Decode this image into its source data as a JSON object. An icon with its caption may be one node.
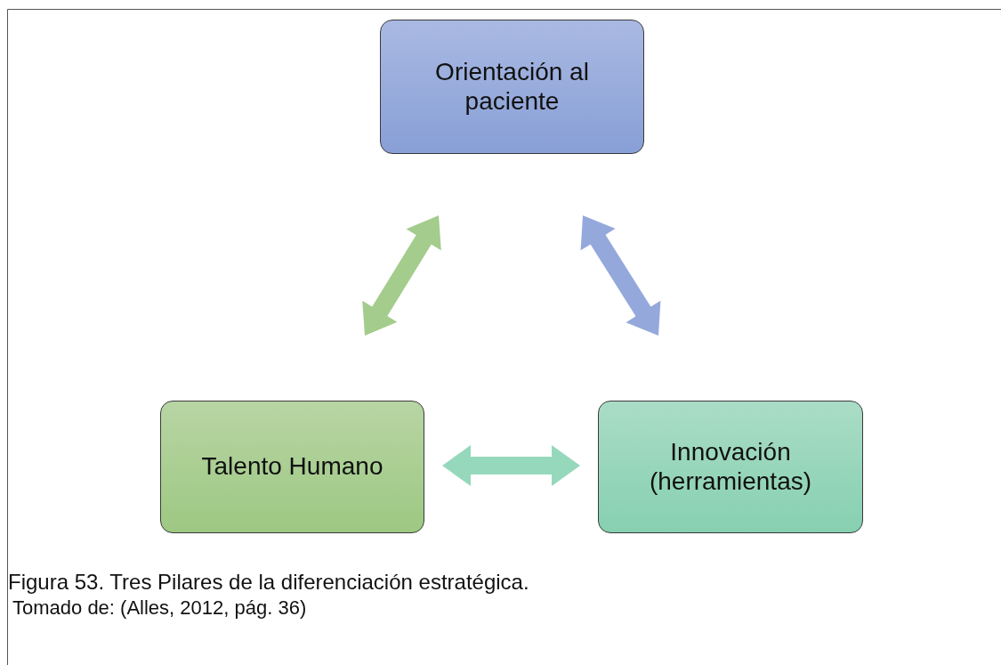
{
  "diagram": {
    "caption": "Figura 53. Tres Pilares de la diferenciación estratégica.",
    "nodes": [
      {
        "text": [
          "Orientación al paciente"
        ]
      },
      {
        "text": [
          "Talento Humano"
        ]
      },
      {
        "text": [
          "Innovación (herramientas)"
        ]
      }
    ],
    "edges": [
      {
        "from": 0,
        "to": 1,
        "arrow": "both",
        "style": "thick",
        "color": "#a4cc8c"
      },
      {
        "from": 0,
        "to": 2,
        "arrow": "both",
        "style": "thick",
        "color": "#94a8dc"
      },
      {
        "from": 1,
        "to": 2,
        "arrow": "both",
        "style": "thick",
        "color": "#96d8bc"
      }
    ],
    "labels": [
      "Tomado de: (Alles, 2012, pág. 36)"
    ]
  }
}
